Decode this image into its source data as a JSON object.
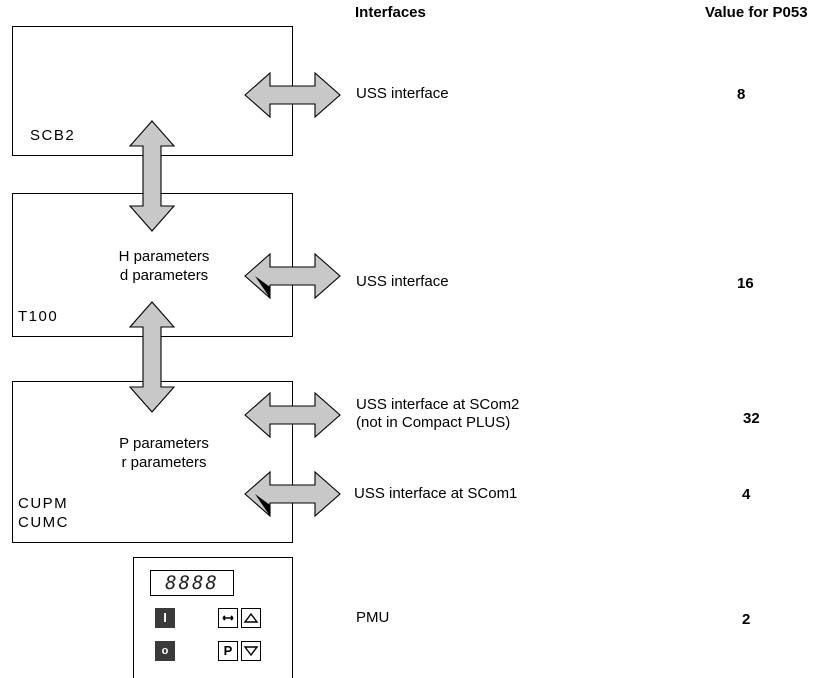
{
  "headers": {
    "interfaces": "Interfaces",
    "value": "Value for P053"
  },
  "boxes": {
    "scb2": {
      "name": "SCB2"
    },
    "t100": {
      "name": "T100",
      "params": "H parameters\nd parameters"
    },
    "cu": {
      "name": "CUPM\nCUMC",
      "params": "P parameters\nr parameters"
    }
  },
  "rows": [
    {
      "interface": "USS interface",
      "value": "8"
    },
    {
      "interface": "USS interface",
      "value": "16"
    },
    {
      "interface": "USS interface at SCom2\n(not in Compact PLUS)",
      "value": "32"
    },
    {
      "interface": "USS interface at SCom1",
      "value": "4"
    },
    {
      "interface": "PMU",
      "value": "2"
    }
  ],
  "pmu": {
    "display": "8888",
    "keys": {
      "on": "I",
      "off": "o",
      "p": "P"
    }
  },
  "colors": {
    "arrow_fill": "#c8c8c8",
    "arrow_stroke": "#000000",
    "key_dark": "#3a3a3a"
  }
}
